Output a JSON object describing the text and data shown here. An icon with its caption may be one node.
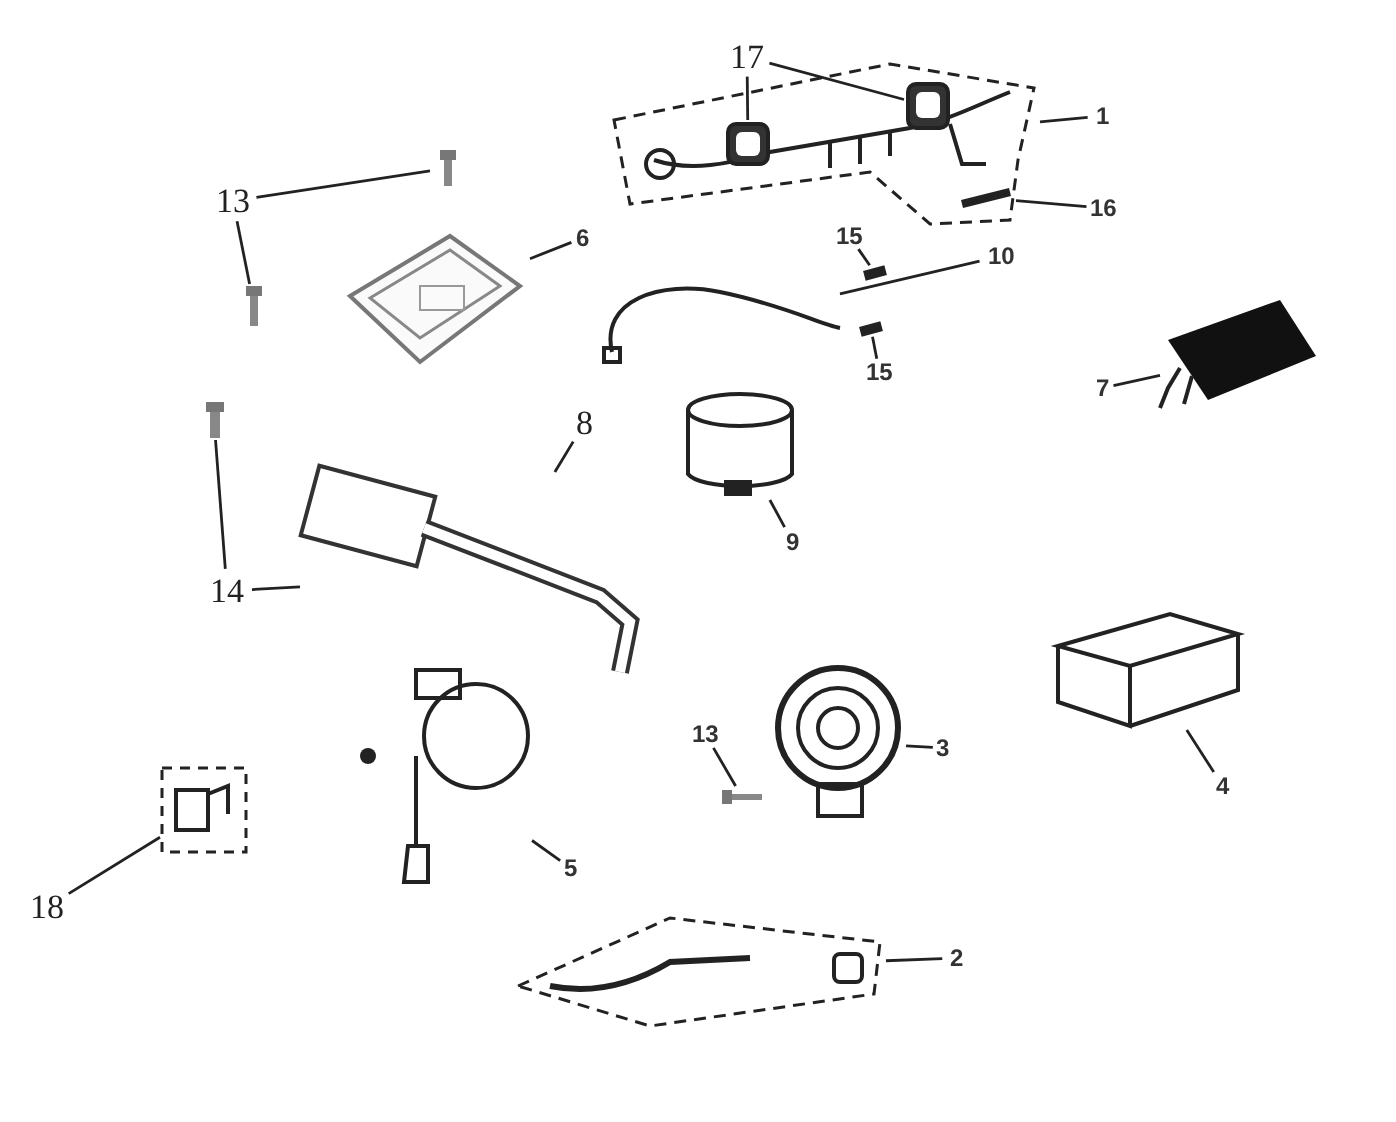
{
  "diagram": {
    "nodes": [
      {
        "text": [
          "17"
        ]
      },
      {
        "text": [],
        "shape": "picture"
      },
      {
        "text": [],
        "shape": "picture",
        "in": 1
      },
      {
        "text": [],
        "shape": "picture",
        "in": 1
      },
      {
        "text": [
          "1"
        ]
      },
      {
        "text": [
          "13"
        ]
      },
      {
        "text": [],
        "shape": "picture"
      },
      {
        "text": [],
        "shape": "picture"
      },
      {
        "text": [],
        "shape": "picture"
      },
      {
        "text": [
          "6"
        ]
      },
      {
        "text": [
          "16"
        ]
      },
      {
        "text": [],
        "shape": "picture",
        "in": 1
      },
      {
        "text": [
          "15"
        ]
      },
      {
        "text": [
          "15"
        ]
      },
      {
        "text": [],
        "shape": "bar"
      },
      {
        "text": [],
        "shape": "bar"
      },
      {
        "text": [],
        "shape": "picture"
      },
      {
        "text": [
          "10"
        ]
      },
      {
        "text": [],
        "shape": "picture"
      },
      {
        "text": [
          "7"
        ]
      },
      {
        "text": [
          "8"
        ]
      },
      {
        "text": [],
        "shape": "picture"
      },
      {
        "text": [],
        "shape": "picture"
      },
      {
        "text": [
          "14"
        ]
      },
      {
        "text": [],
        "shape": "picture"
      },
      {
        "text": [
          "9"
        ]
      },
      {
        "text": [],
        "shape": "picture"
      },
      {
        "text": [
          "5"
        ]
      },
      {
        "text": [
          "13"
        ]
      },
      {
        "text": [],
        "shape": "picture"
      },
      {
        "text": [],
        "shape": "picture"
      },
      {
        "text": [
          "3"
        ]
      },
      {
        "text": [],
        "shape": "picture"
      },
      {
        "text": [
          "4"
        ]
      },
      {
        "text": [],
        "shape": "picture"
      },
      {
        "text": [
          "18"
        ]
      },
      {
        "text": [],
        "shape": "picture"
      },
      {
        "text": [
          "2"
        ]
      }
    ],
    "edges": [
      {
        "from": 0,
        "to": 2,
        "arrow": "none"
      },
      {
        "from": 0,
        "to": 3,
        "arrow": "none"
      },
      {
        "from": 4,
        "to": 1,
        "arrow": "none"
      },
      {
        "from": 5,
        "to": 6,
        "arrow": "none"
      },
      {
        "from": 5,
        "to": 7,
        "arrow": "none"
      },
      {
        "from": 9,
        "to": 8,
        "arrow": "none"
      },
      {
        "from": 10,
        "to": 11,
        "arrow": "none"
      },
      {
        "from": 12,
        "to": 14,
        "arrow": "none"
      },
      {
        "from": 13,
        "to": 15,
        "arrow": "none"
      },
      {
        "from": 17,
        "to": 16,
        "arrow": "none"
      },
      {
        "from": 19,
        "to": 18,
        "arrow": "none"
      },
      {
        "from": 20,
        "to": 22,
        "arrow": "none"
      },
      {
        "from": 23,
        "to": 21,
        "arrow": "none"
      },
      {
        "from": 23,
        "to": 22,
        "arrow": "none"
      },
      {
        "from": 25,
        "to": 24,
        "arrow": "none"
      },
      {
        "from": 27,
        "to": 26,
        "arrow": "none"
      },
      {
        "from": 28,
        "to": 29,
        "arrow": "none"
      },
      {
        "from": 31,
        "to": 30,
        "arrow": "none"
      },
      {
        "from": 33,
        "to": 32,
        "arrow": "none"
      },
      {
        "from": 35,
        "to": 34,
        "arrow": "none"
      },
      {
        "from": 37,
        "to": 36,
        "arrow": "none"
      }
    ]
  }
}
